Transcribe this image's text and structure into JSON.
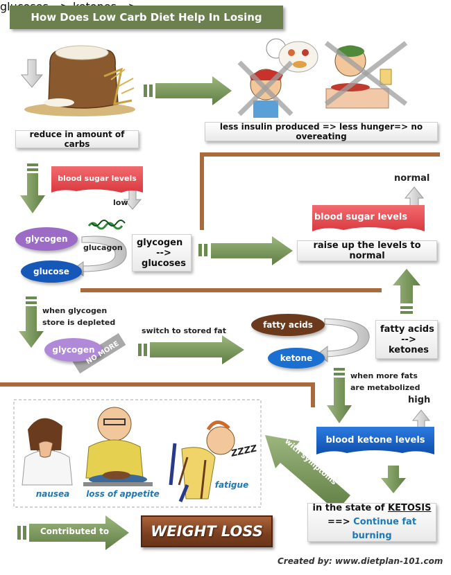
{
  "title": "How Does Low Carb Diet Help In Losing Weight?",
  "steps": {
    "reduce_carbs": "reduce in amount of carbs",
    "less_insulin": "less insulin produced => less hunger=> no overeating",
    "blood_sugar_levels": "blood sugar levels",
    "low": "low",
    "glycogen": "glycogen",
    "glucagon": "glucagon",
    "glucose": "glucose",
    "glycogen_to_glucoses_1": "glycogen",
    "glycogen_to_glucoses_2": "--> glucoses",
    "normal": "normal",
    "blood_sugar_levels_normal": "blood sugar levels",
    "raise_levels": "raise up the levels to normal",
    "when_depleted_1": "when glycogen",
    "when_depleted_2": "store is depleted",
    "glycogen_no_more": "glycogen",
    "no_more": "NO MORE",
    "switch_fat": "switch to stored fat",
    "fatty_acids": "fatty acids",
    "ketone": "ketone",
    "fatty_to_ketones_1": "fatty acids",
    "fatty_to_ketones_2": "--> ketones",
    "when_more_fats_1": "when more fats",
    "when_more_fats_2": "are metabolized",
    "high": "high",
    "blood_ketone_levels": "blood ketone levels",
    "with_symptoms": "with symptoms",
    "ketosis_prefix": "in the state of ",
    "ketosis": "KETOSIS",
    "continue_prefix": "==> ",
    "continue_burning": "Continue fat burning"
  },
  "symptoms": {
    "nausea": "nausea",
    "loss_of_appetite": "loss of appetite",
    "fatigue": "fatigue",
    "zzz": "ZZZZ"
  },
  "contributed_to": "Contributed to",
  "weight_loss": "WEIGHT LOSS",
  "credit": "Created by: www.dietplan-101.com",
  "colors": {
    "olive_arrow": "#7c9a5f",
    "ribbon_red": "#e8474d",
    "ribbon_blue": "#1a64c8",
    "glycogen_purple": "#9b6bc6",
    "glucose_blue": "#1558b8",
    "fatty_brown": "#6b3a1c",
    "ketone_blue": "#1a6fd0",
    "wood_brown": "#8a4a26",
    "title_green": "#6b7f4f"
  }
}
